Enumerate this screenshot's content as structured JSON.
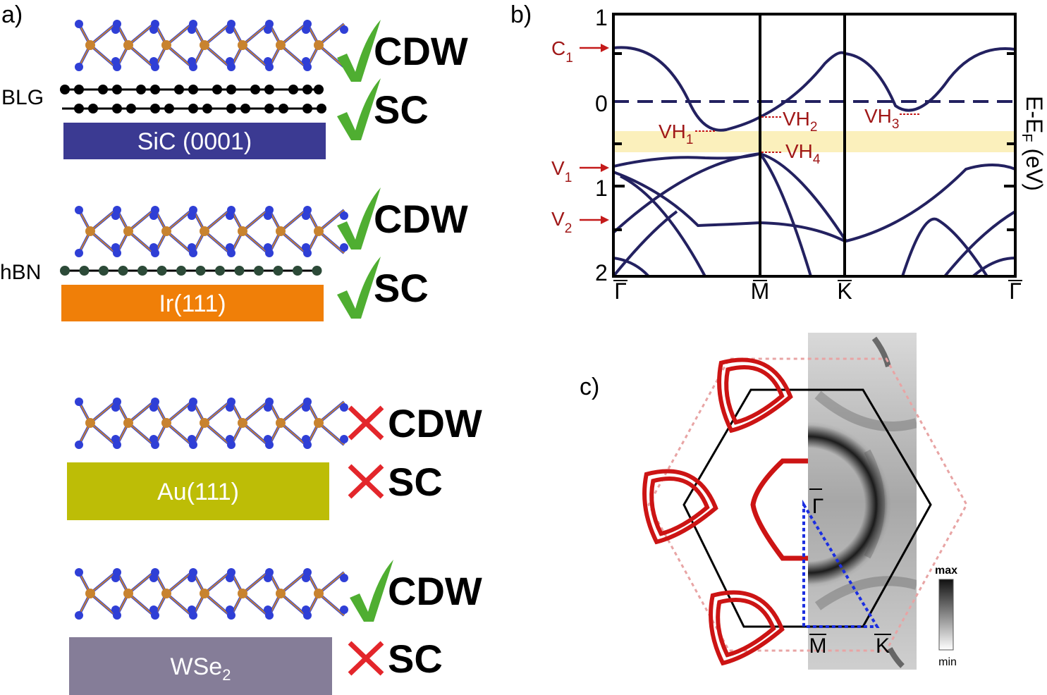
{
  "panel_labels": {
    "a": "a)",
    "b": "b)",
    "c": "c)"
  },
  "panel_a": {
    "rows": [
      {
        "layer_label": "BLG",
        "substrate": "SiC (0001)",
        "substrate_color": "#3b3a92",
        "cdw": {
          "label": "CDW",
          "status": "check"
        },
        "sc": {
          "label": "SC",
          "status": "check"
        }
      },
      {
        "layer_label": "hBN",
        "substrate": "Ir(111)",
        "substrate_color": "#f07f08",
        "cdw": {
          "label": "CDW",
          "status": "check"
        },
        "sc": {
          "label": "SC",
          "status": "check"
        }
      },
      {
        "layer_label": "",
        "substrate": "Au(111)",
        "substrate_color": "#bdbd06",
        "cdw": {
          "label": "CDW",
          "status": "cross"
        },
        "sc": {
          "label": "SC",
          "status": "cross"
        }
      },
      {
        "layer_label": "",
        "substrate": "WSe",
        "substrate_sub": "2",
        "substrate_color": "#857d98",
        "cdw": {
          "label": "CDW",
          "status": "check"
        },
        "sc": {
          "label": "SC",
          "status": "cross"
        }
      }
    ],
    "colors": {
      "check": "#4fae31",
      "cross": "#e3262b",
      "metal_atom": "#c8832f",
      "chalcogen_atom": "#2f3fd6",
      "graphene_atom": "#000000",
      "hbn_atom": "#2c4a38"
    }
  },
  "panel_b": {
    "y_ticks": [
      "1",
      "0",
      "1",
      "2"
    ],
    "y_axis_label": "E-E",
    "y_axis_label_sub": "F",
    "y_axis_label_suffix": " (eV)",
    "k_points": [
      "Γ",
      "M",
      "K",
      "Γ"
    ],
    "state_markers": [
      {
        "label": "C",
        "sub": "1"
      },
      {
        "label": "V",
        "sub": "1"
      },
      {
        "label": "V",
        "sub": "2"
      }
    ],
    "van_hove": [
      {
        "label": "VH",
        "sub": "1"
      },
      {
        "label": "VH",
        "sub": "2"
      },
      {
        "label": "VH",
        "sub": "3"
      },
      {
        "label": "VH",
        "sub": "4"
      }
    ],
    "colors": {
      "band": "#232160",
      "band_highlight": "#fbf0bc",
      "marker": "#c41a1a"
    }
  },
  "panel_c": {
    "k_points": [
      "Γ",
      "M",
      "K"
    ],
    "colorbar": {
      "max": "max",
      "min": "min"
    },
    "colors": {
      "fermi_contour": "#cc1414",
      "bz_outline": "#000000",
      "bz_extended": "#e8a4a4",
      "irreducible_wedge": "#1b2ee0"
    }
  }
}
